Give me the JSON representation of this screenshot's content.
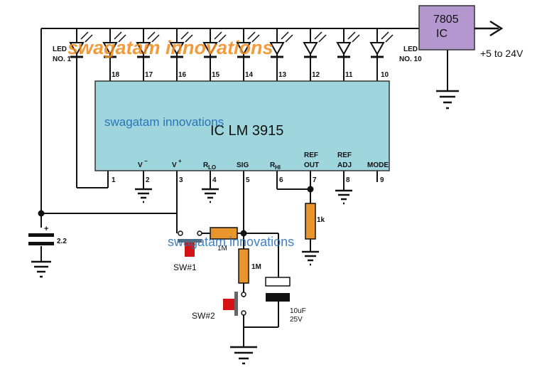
{
  "watermark": {
    "top": "swagatam innovations",
    "middle": "swagatam innovations",
    "lower": "swagatam innovations"
  },
  "ic": {
    "title": "IC LM 3915"
  },
  "pin_labels": {
    "v_minus": "V",
    "v_plus": "V",
    "rlo": "R",
    "rlo_sub": "LO",
    "sig": "SIG",
    "rhi": "R",
    "rhi_sub": "HI",
    "ref_out": [
      "REF",
      "OUT"
    ],
    "ref_adj": [
      "REF",
      "ADJ"
    ],
    "mode": "MODE"
  },
  "pin_numbers": [
    "1",
    "2",
    "3",
    "4",
    "5",
    "6",
    "7",
    "8",
    "9"
  ],
  "led_pins": [
    "18",
    "17",
    "16",
    "15",
    "14",
    "13",
    "12",
    "11",
    "10"
  ],
  "led_labels": {
    "first": [
      "LED",
      "NO. 1"
    ],
    "last": [
      "LED",
      "NO. 10"
    ]
  },
  "regulator": {
    "line1": "7805",
    "line2": "IC",
    "supply": "+5 to 24V"
  },
  "components": {
    "cap_main": "2.2",
    "cap_plus": "+",
    "r_ref": "1k",
    "r_series": "1M",
    "r_pull": "1M",
    "cap_timing": [
      "10uF",
      "25V"
    ],
    "sw1": "SW#1",
    "sw2": "SW#2"
  },
  "colors": {
    "ic_fill": "#9fd6dd",
    "regulator_fill": "#b497cf",
    "resistor": "#e8962c",
    "button_red": "#d41414",
    "watermark_orange": "#ef8a1a",
    "watermark_blue": "#2b74b8"
  }
}
